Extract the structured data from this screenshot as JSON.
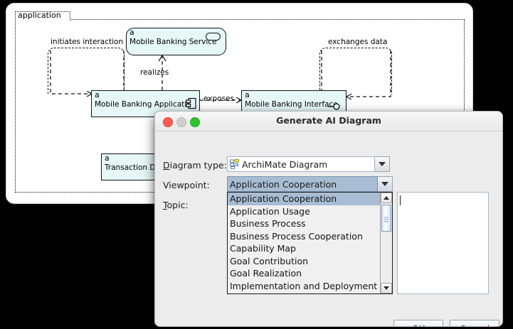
{
  "background_window": {
    "name": "archimate-diagram-editor",
    "grouping": {
      "label": "application"
    },
    "nodes": [
      {
        "id": "service",
        "stereotype": "a",
        "label": "Mobile Banking Service",
        "shape": "rounded-service"
      },
      {
        "id": "application",
        "stereotype": "a",
        "label": "Mobile Banking Application",
        "shape": "component"
      },
      {
        "id": "interface",
        "stereotype": "a",
        "label": "Mobile Banking Interface",
        "shape": "interface"
      },
      {
        "id": "data",
        "stereotype": "a",
        "label": "Transaction Data",
        "shape": "data-object"
      }
    ],
    "relations": [
      {
        "id": "initiates",
        "label": "initiates interaction"
      },
      {
        "id": "realizes",
        "label": "realizes"
      },
      {
        "id": "exposes",
        "label": "exposes"
      },
      {
        "id": "exchanges",
        "label": "exchanges data"
      }
    ]
  },
  "dialog": {
    "title": "Generate AI Diagram",
    "window_buttons": {
      "close": "close-button",
      "minimize": "minimize-button",
      "maximize": "maximize-button"
    },
    "fields": {
      "diagram_type": {
        "label_prefix": "D",
        "label_rest": "iagram type:",
        "label_full": "Diagram type:",
        "value": "ArchiMate Diagram",
        "icon": "archimate-diagram-icon"
      },
      "viewpoint": {
        "label_full": "Viewpoint:",
        "value": "Application Cooperation",
        "expanded": true
      },
      "topic": {
        "label_prefix": "T",
        "label_rest": "opic:",
        "label_full": "Topic:",
        "value": "",
        "placeholder": ""
      }
    },
    "dropdown": {
      "name": "viewpoint-dropdown-list",
      "selected_index": 0,
      "options": [
        "Application Cooperation",
        "Application Usage",
        "Business Process",
        "Business Process Cooperation",
        "Capability Map",
        "Goal Contribution",
        "Goal Realization",
        "Implementation and Deployment"
      ],
      "scrollbar": {
        "up": "scroll-up",
        "down": "scroll-down"
      }
    },
    "buttons": {
      "ok": {
        "prefix": "O",
        "rest": "K",
        "full": "OK"
      },
      "cancel": {
        "prefix": "C",
        "rest": "ancel",
        "full": "Cancel"
      }
    }
  },
  "colors": {
    "node_fill": "#e6f7f8",
    "selection": "#a8bdd3",
    "dialog_bg": "#ececec",
    "traffic_close": "#fb5b53",
    "traffic_min": "#cfcfcf",
    "traffic_max": "#2fc22f"
  }
}
